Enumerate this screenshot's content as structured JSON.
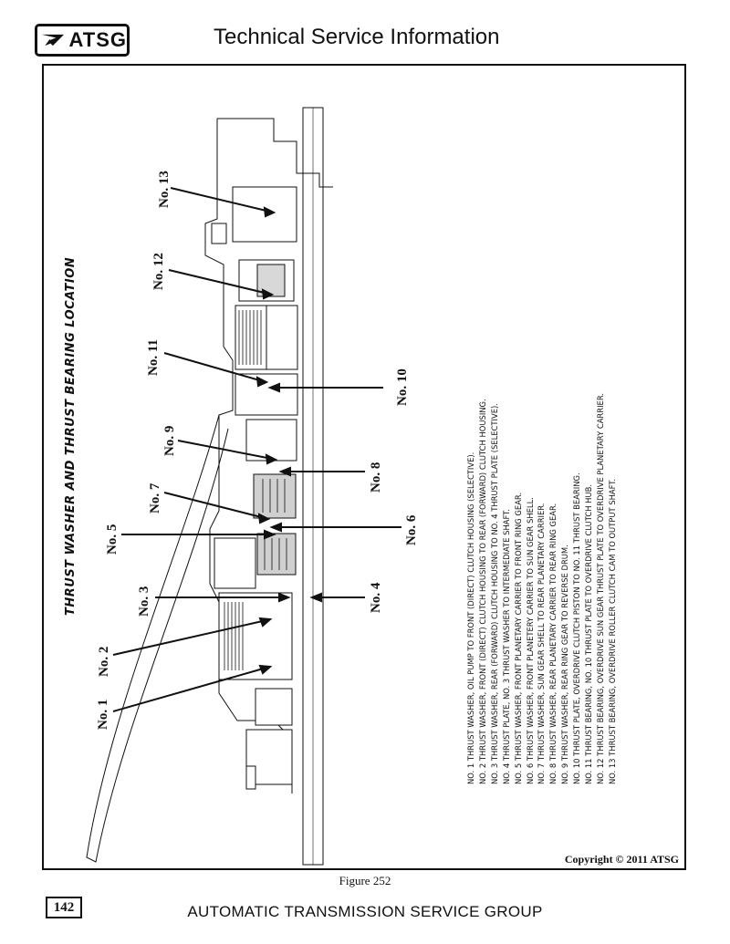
{
  "header": {
    "logo_text": "ATSG",
    "title": "Technical Service Information"
  },
  "figure": {
    "title": "THRUST WASHER AND THRUST BEARING LOCATION",
    "callouts": [
      "No. 1",
      "No. 2",
      "No. 3",
      "No. 4",
      "No. 5",
      "No. 6",
      "No. 7",
      "No. 8",
      "No. 9",
      "No. 10",
      "No. 11",
      "No. 12",
      "No. 13"
    ],
    "legend": [
      "NO. 1 THRUST WASHER, OIL PUMP TO FRONT (DIRECT) CLUTCH HOUSING   (SELECTIVE).",
      "NO. 2 THRUST WASHER, FRONT (DIRECT) CLUTCH HOUSING TO REAR (FORWARD) CLUTCH HOUSING.",
      "NO. 3 THRUST WASHER, REAR (FORWARD) CLUTCH HOUSING TO NO. 4 THRUST PLATE  (SELECTIVE).",
      "NO. 4 THRUST PLATE, NO. 3 THRUST WASHER TO INTERMEDIATE SHAFT.",
      "NO. 5 THRUST WASHER, FRONT PLANETARY CARRIER TO FRONT RING GEAR.",
      "NO. 6 THRUST WASHER, FRONT PLANETERY CARRIER TO SUN GEAR SHELL.",
      "NO. 7 THRUST WASHER, SUN GEAR SHELL TO REAR PLANETARY CARRIER.",
      "NO. 8 THRUST WASHER, REAR PLANETARY CARRIER TO REAR RING GEAR.",
      "NO. 9 THRUST WASHER, REAR RING GEAR TO REVERSE DRUM.",
      "NO. 10 THRUST PLATE, OVERDRIVE CLUTCH PISTON TO NO. 11 THRUST BEARING.",
      "NO. 11 THRUST BEARING, NO. 10 THRUST PLATE TO OVERDRIVE CLUTCH HUB.",
      "NO. 12 THRUST BEARING, OVERDRIVE SUN GEAR THRUST PLATE TO OVERDRIVE PLANETARY CARRIER.",
      "NO. 13 THRUST BEARING, OVERDRIVE ROLLER CLUTCH CAM TO OUTPUT SHAFT."
    ],
    "copyright": "Copyright © 2011 ATSG",
    "caption": "Figure 252"
  },
  "footer": {
    "page_number": "142",
    "text": "AUTOMATIC TRANSMISSION SERVICE GROUP"
  }
}
